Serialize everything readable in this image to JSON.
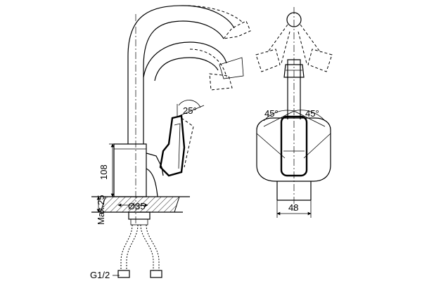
{
  "dimensions": {
    "angle_left": "25°",
    "height": "108",
    "max_height": "Max.25",
    "diameter": "Ø35",
    "thread": "G1/2",
    "angle_side_left": "45°",
    "angle_side_right": "45°",
    "width": "48"
  },
  "colors": {
    "line": "#000000",
    "background": "#ffffff"
  }
}
